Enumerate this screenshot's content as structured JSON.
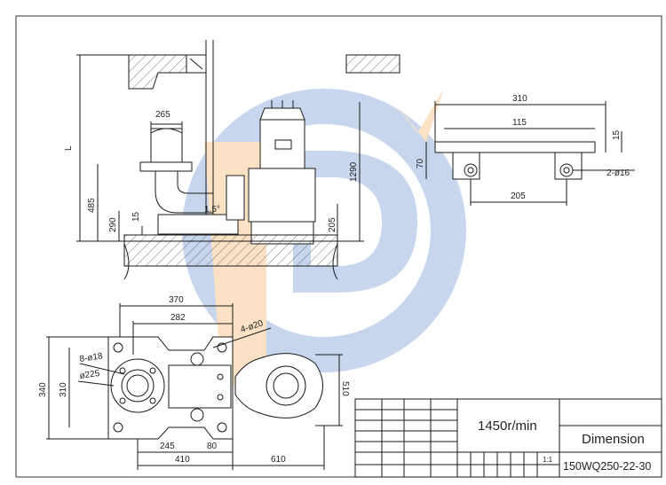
{
  "drawing": {
    "side_view": {
      "label_L": "L",
      "dim_265": "265",
      "dim_485": "485",
      "dim_290": "290",
      "dim_15": "15",
      "dim_1290": "1290",
      "dim_205": "205",
      "slope": "1.5°"
    },
    "rail_view": {
      "dim_310": "310",
      "dim_115": "115",
      "dim_15": "15",
      "dim_70": "70",
      "dim_205": "205",
      "holes": "2-ø16"
    },
    "plan_view": {
      "dim_370": "370",
      "dim_282": "282",
      "dim_340": "340",
      "dim_310": "310",
      "dim_510": "510",
      "dim_245": "245",
      "dim_80": "80",
      "dim_410": "410",
      "dim_610": "610",
      "holes_20": "4-ø20",
      "holes_18": "8-ø18",
      "bolt_circle": "ø225"
    }
  },
  "title_block": {
    "speed_value": "1450",
    "speed_unit": "r/min",
    "title": "Dimension",
    "scale": "1:1",
    "model": "150WQ250-22-30"
  },
  "colors": {
    "line": "#1a1a1a",
    "hatch": "#444444",
    "watermark_blue": "#3b6fc1",
    "watermark_orange": "#f29a2e"
  }
}
